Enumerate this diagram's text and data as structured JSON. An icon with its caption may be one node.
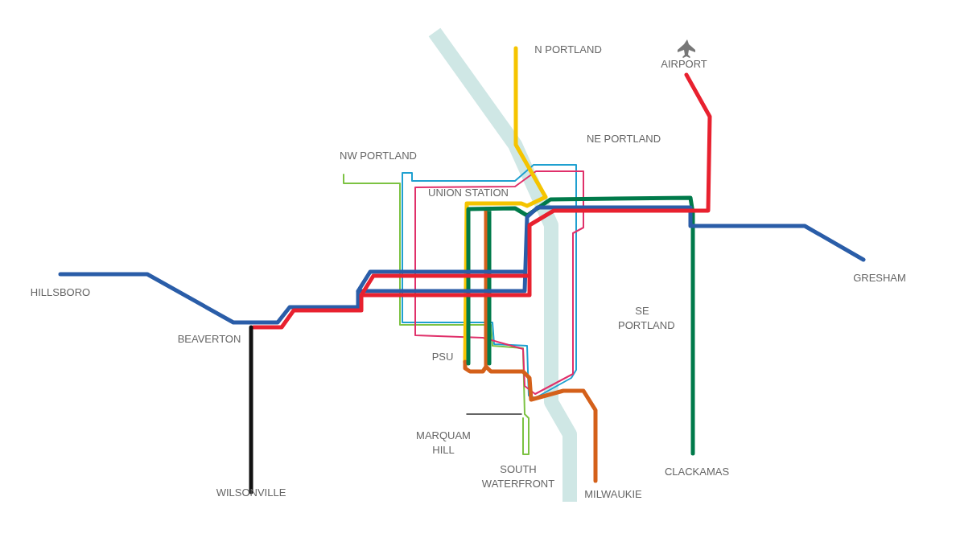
{
  "diagram": {
    "labels": [
      "N PORTLAND",
      "AIRPORT",
      "NW PORTLAND",
      "NE PORTLAND",
      "UNION STATION",
      "HILLSBORO",
      "GRESHAM",
      "SE PORTLAND",
      "BEAVERTON",
      "PSU",
      "MARQUAM HILL",
      "CLACKAMAS",
      "SOUTH WATERFRONT",
      "WILSONVILLE",
      "MILWAUKIE"
    ]
  }
}
